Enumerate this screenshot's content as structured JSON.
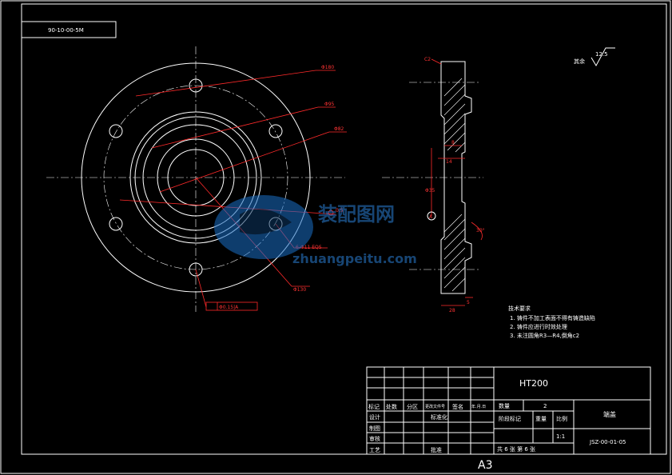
{
  "drawing": {
    "code_box": "90-10-00-5M",
    "roughness_prefix": "其余",
    "roughness_value": "12.5",
    "scale_sheet": "A3"
  },
  "front_view": {
    "dims": {
      "d180": "Φ180",
      "d95": "Φ95",
      "d82": "Φ82",
      "d130": "Φ130",
      "holes": "6-Φ11 EQS",
      "tol_05": "0.5",
      "tol_frame": "Φ0.15|A"
    }
  },
  "side_view": {
    "dims": {
      "c2": "C2",
      "d8": "8",
      "d14": "14",
      "d35": "Φ35",
      "d28": "28",
      "d5": "5",
      "ang": "30°",
      "datum": "A"
    }
  },
  "tech_req": {
    "title": "技术要求",
    "items": [
      "1. 铸件不加工表面不得有铸造缺陷",
      "2. 铸件应进行时效处理",
      "3. 未注圆角R3—R4,倒角c2"
    ]
  },
  "title_block": {
    "material": "HT200",
    "part_name": "端盖",
    "drawing_no": "JSZ-00-01-05",
    "scale_label": "比例",
    "scale_value": "1:1",
    "qty_label": "数量",
    "qty_value": "2",
    "stage_label": "阶段标记",
    "weight_label": "重量",
    "sheets": "共 6 张  第 6 张",
    "rev_headers": [
      "标记",
      "处数",
      "分区",
      "更改文件号",
      "签名",
      "年.月.日"
    ],
    "signoffs": [
      "设计",
      "制图",
      "审核",
      "工艺"
    ],
    "std_label": "标准化",
    "approve_label": "批准"
  },
  "watermark": {
    "cn": "装配图网",
    "url": "zhuangpeitu.com"
  }
}
